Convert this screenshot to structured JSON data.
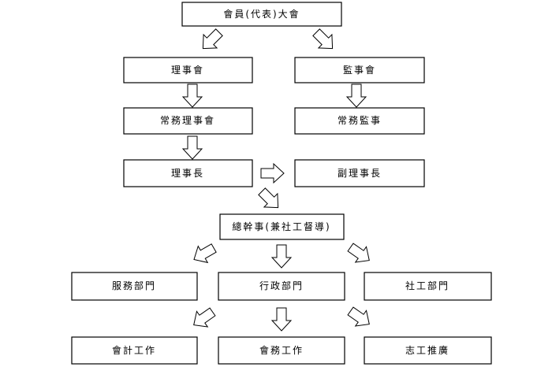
{
  "diagram": {
    "nodes": {
      "general_assembly": "會員(代表)大會",
      "board_of_directors": "理事會",
      "board_of_supervisors": "監事會",
      "standing_directors": "常務理事會",
      "standing_supervisor": "常務監事",
      "chairman": "理事長",
      "vice_chairman": "副理事長",
      "secretary_general": "總幹事(兼社工督導)",
      "service_dept": "服務部門",
      "admin_dept": "行政部門",
      "social_work_dept": "社工部門",
      "accounting": "會計工作",
      "member_affairs": "會務工作",
      "volunteer_promotion": "志工推廣"
    }
  }
}
